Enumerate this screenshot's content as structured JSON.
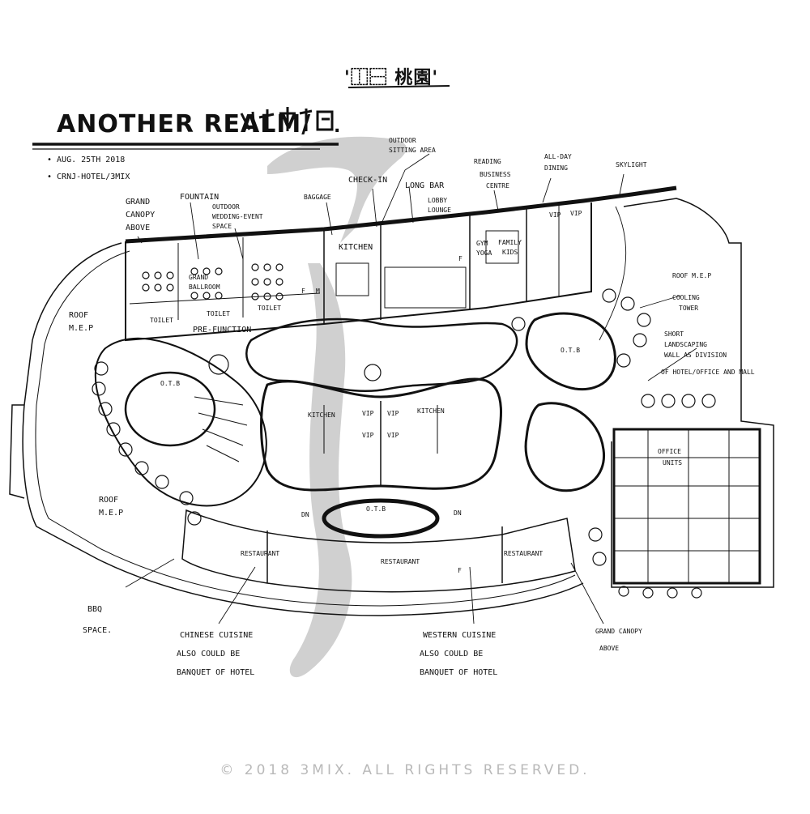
{
  "title": "ANOTHER REALM/",
  "top_chinese_note": "'⿰⿱ 桃園'",
  "meta": {
    "date": "• Aug. 25TH 2018",
    "project": "• CRNJ-HOTEL/3MIX"
  },
  "labels": {
    "grand_canopy_top": [
      "GRAND",
      "CANOPY",
      "ABOVE"
    ],
    "fountain": "FOUNTAIN",
    "outdoor_wedding": [
      "OUTDOOR",
      "WEDDING-EVENT",
      "SPACE"
    ],
    "baggage": "BAGGAGE",
    "check_in": "CHECK-IN",
    "outdoor_sitting": [
      "OUTDOOR",
      "SITTING AREA"
    ],
    "long_bar": "LONG BAR",
    "lobby_lounge": [
      "LOBBY",
      "LOUNGE"
    ],
    "reading_business": [
      "READING",
      "BUSINESS",
      "CENTRE"
    ],
    "all_day_dining": [
      "ALL-DAY",
      "DINING"
    ],
    "skylight": "SKYLIGHT",
    "roof_mep_right": "ROOF M.E.P",
    "cooling_tower": [
      "COOLING",
      "TOWER"
    ],
    "short_landscaping": [
      "SHORT",
      "LANDSCAPING",
      "WALL AS DIVISION",
      "OF HOTEL/OFFICE AND MALL"
    ],
    "roof_mep_left": [
      "ROOF",
      "M.E.P"
    ],
    "roof_mep_lower": [
      "ROOF",
      "M.E.P"
    ],
    "grand_ballroom": [
      "GRAND",
      "BALLROOM"
    ],
    "toilet": "TOILET",
    "pre_function": "PRE-FUNCTION",
    "kitchen_top": "KITCHEN",
    "gym_yoga": [
      "GYM",
      "YOGA"
    ],
    "family_kids": [
      "FAMILY",
      "KIDS"
    ],
    "vip": "VIP",
    "otb": "O.T.B",
    "kitchen_mid_left": "KITCHEN",
    "kitchen_mid_right": "KITCHEN",
    "office_units": [
      "OFFICE",
      "UNITS"
    ],
    "restaurant": "RESTAURANT",
    "dn": "DN",
    "f": "F",
    "m": "M",
    "bbq_space": [
      "BBQ",
      "SPACE."
    ],
    "chinese_cuisine": [
      "CHINESE CUISINE",
      "ALSO COULD BE",
      "BANQUET OF HOTEL"
    ],
    "western_cuisine": [
      "WESTERN CUISINE",
      "ALSO COULD BE",
      "BANQUET OF HOTEL"
    ],
    "grand_canopy_bottom": [
      "GRAND CANOPY",
      "ABOVE"
    ]
  },
  "copyright": "© 2018 3MIX. ALL RIGHTS RESERVED."
}
